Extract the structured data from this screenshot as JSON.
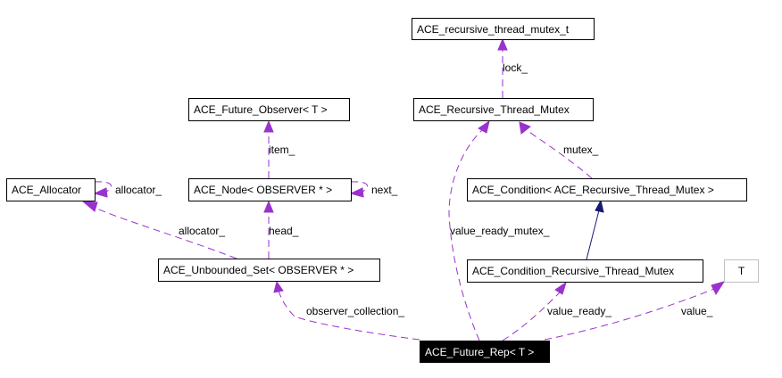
{
  "nodes": {
    "recursive_thread_mutex_t": "ACE_recursive_thread_mutex_t",
    "recursive_thread_mutex": "ACE_Recursive_Thread_Mutex",
    "future_observer": "ACE_Future_Observer< T >",
    "allocator": "ACE_Allocator",
    "node": "ACE_Node< OBSERVER * >",
    "condition": "ACE_Condition< ACE_Recursive_Thread_Mutex >",
    "unbounded_set": "ACE_Unbounded_Set< OBSERVER * >",
    "condition_recursive": "ACE_Condition_Recursive_Thread_Mutex",
    "t": "T",
    "future_rep": "ACE_Future_Rep< T >"
  },
  "edge_labels": {
    "lock": "lock_",
    "item": "item_",
    "mutex": "mutex_",
    "allocator_self": "allocator_",
    "next": "next_",
    "allocator": "allocator_",
    "head": "head_",
    "value_ready_mutex": "value_ready_mutex_",
    "observer_collection": "observer_collection_",
    "value_ready": "value_ready_",
    "value": "value_"
  },
  "colors": {
    "usage_edge": "#9a32cd",
    "inheritance_edge": "#191970"
  }
}
